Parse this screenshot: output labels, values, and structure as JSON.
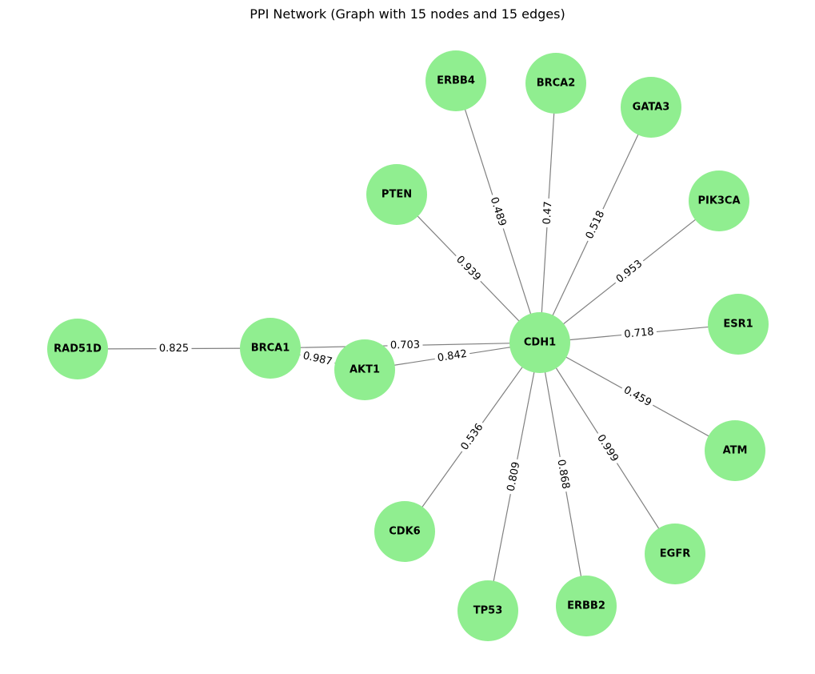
{
  "title": "PPI Network (Graph with 15 nodes and 15 edges)",
  "colors": {
    "node_fill": "#90ee90",
    "edge_stroke": "#808080"
  },
  "nodes": [
    {
      "id": "CDH1",
      "label": "CDH1"
    },
    {
      "id": "AKT1",
      "label": "AKT1"
    },
    {
      "id": "BRCA1",
      "label": "BRCA1"
    },
    {
      "id": "RAD51D",
      "label": "RAD51D"
    },
    {
      "id": "PTEN",
      "label": "PTEN"
    },
    {
      "id": "ERBB4",
      "label": "ERBB4"
    },
    {
      "id": "BRCA2",
      "label": "BRCA2"
    },
    {
      "id": "GATA3",
      "label": "GATA3"
    },
    {
      "id": "PIK3CA",
      "label": "PIK3CA"
    },
    {
      "id": "ESR1",
      "label": "ESR1"
    },
    {
      "id": "ATM",
      "label": "ATM"
    },
    {
      "id": "EGFR",
      "label": "EGFR"
    },
    {
      "id": "ERBB2",
      "label": "ERBB2"
    },
    {
      "id": "TP53",
      "label": "TP53"
    },
    {
      "id": "CDK6",
      "label": "CDK6"
    }
  ],
  "edges": [
    {
      "source": "RAD51D",
      "target": "BRCA1",
      "weight": "0.825"
    },
    {
      "source": "BRCA1",
      "target": "AKT1",
      "weight": "0.987"
    },
    {
      "source": "BRCA1",
      "target": "CDH1",
      "weight": "0.703"
    },
    {
      "source": "AKT1",
      "target": "CDH1",
      "weight": "0.842"
    },
    {
      "source": "PTEN",
      "target": "CDH1",
      "weight": "0.939"
    },
    {
      "source": "ERBB4",
      "target": "CDH1",
      "weight": "0.489"
    },
    {
      "source": "BRCA2",
      "target": "CDH1",
      "weight": "0.47"
    },
    {
      "source": "GATA3",
      "target": "CDH1",
      "weight": "0.518"
    },
    {
      "source": "PIK3CA",
      "target": "CDH1",
      "weight": "0.953"
    },
    {
      "source": "ESR1",
      "target": "CDH1",
      "weight": "0.718"
    },
    {
      "source": "ATM",
      "target": "CDH1",
      "weight": "0.459"
    },
    {
      "source": "EGFR",
      "target": "CDH1",
      "weight": "0.999"
    },
    {
      "source": "ERBB2",
      "target": "CDH1",
      "weight": "0.868"
    },
    {
      "source": "TP53",
      "target": "CDH1",
      "weight": "0.809"
    },
    {
      "source": "CDK6",
      "target": "CDH1",
      "weight": "0.536"
    }
  ]
}
